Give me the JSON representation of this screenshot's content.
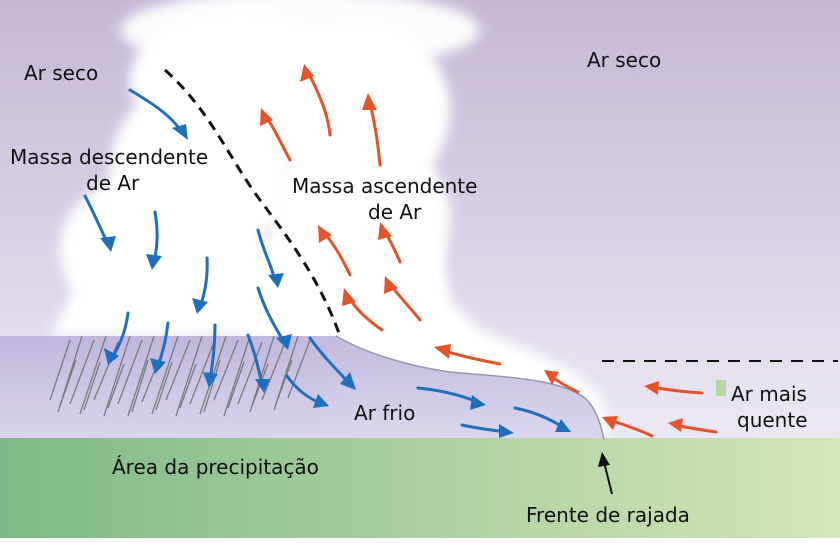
{
  "labels": {
    "dry_air_left": "Ar seco",
    "dry_air_right": "Ar seco",
    "downdraft_line1": "Massa descendente",
    "downdraft_line2": "de Ar",
    "updraft_line1": "Massa ascendente",
    "updraft_line2": "de Ar",
    "cold_air": "Ar frio",
    "warm_air_line1": "Ar mais",
    "warm_air_line2": "quente",
    "precip_area": "Área da precipitação",
    "gust_front": "Frente de rajada"
  },
  "colors": {
    "sky_top": "#c4b7d6",
    "sky_bottom": "#ece8f3",
    "ground_left": "#7dba85",
    "ground_right": "#d6e6b8",
    "cold_pool": "#c6bfe0",
    "downdraft_arrow": "#1f6fbf",
    "updraft_arrow": "#e5532a",
    "boundary_line": "#111111",
    "rain_streaks": "#7a7a7a",
    "cloud": "#ffffff"
  }
}
